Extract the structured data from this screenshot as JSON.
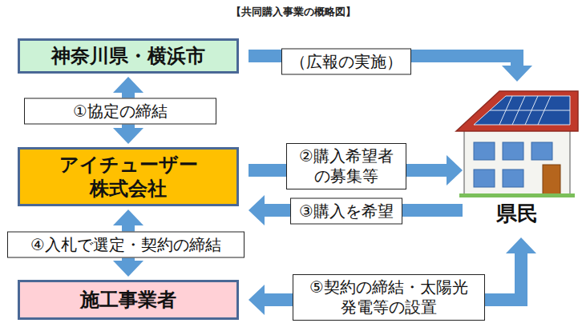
{
  "diagram": {
    "title": "【共同購入事業の概略図】",
    "nodes": [
      {
        "text": [
          "神奈川県・横浜市"
        ]
      },
      {
        "text": [
          "アイチューザー 株式会社"
        ]
      },
      {
        "text": [
          "施工事業者"
        ]
      },
      {
        "text": [
          "県民"
        ]
      }
    ],
    "edges": [
      {
        "from": 0,
        "to": 3,
        "label": "（広報の実施）",
        "arrow": "to"
      },
      {
        "from": 0,
        "to": 1,
        "label": "①協定の締結",
        "arrow": "both"
      },
      {
        "from": 1,
        "to": 3,
        "label": "②購入希望者 の募集等",
        "arrow": "to"
      },
      {
        "from": 3,
        "to": 1,
        "label": "③購入を希望",
        "arrow": "to"
      },
      {
        "from": 1,
        "to": 2,
        "label": "④入札で選定・契約の締結",
        "arrow": "both"
      },
      {
        "from": 2,
        "to": 3,
        "label": "⑤契約の締結・太陽光 発電等の設置",
        "arrow": "both"
      }
    ]
  }
}
